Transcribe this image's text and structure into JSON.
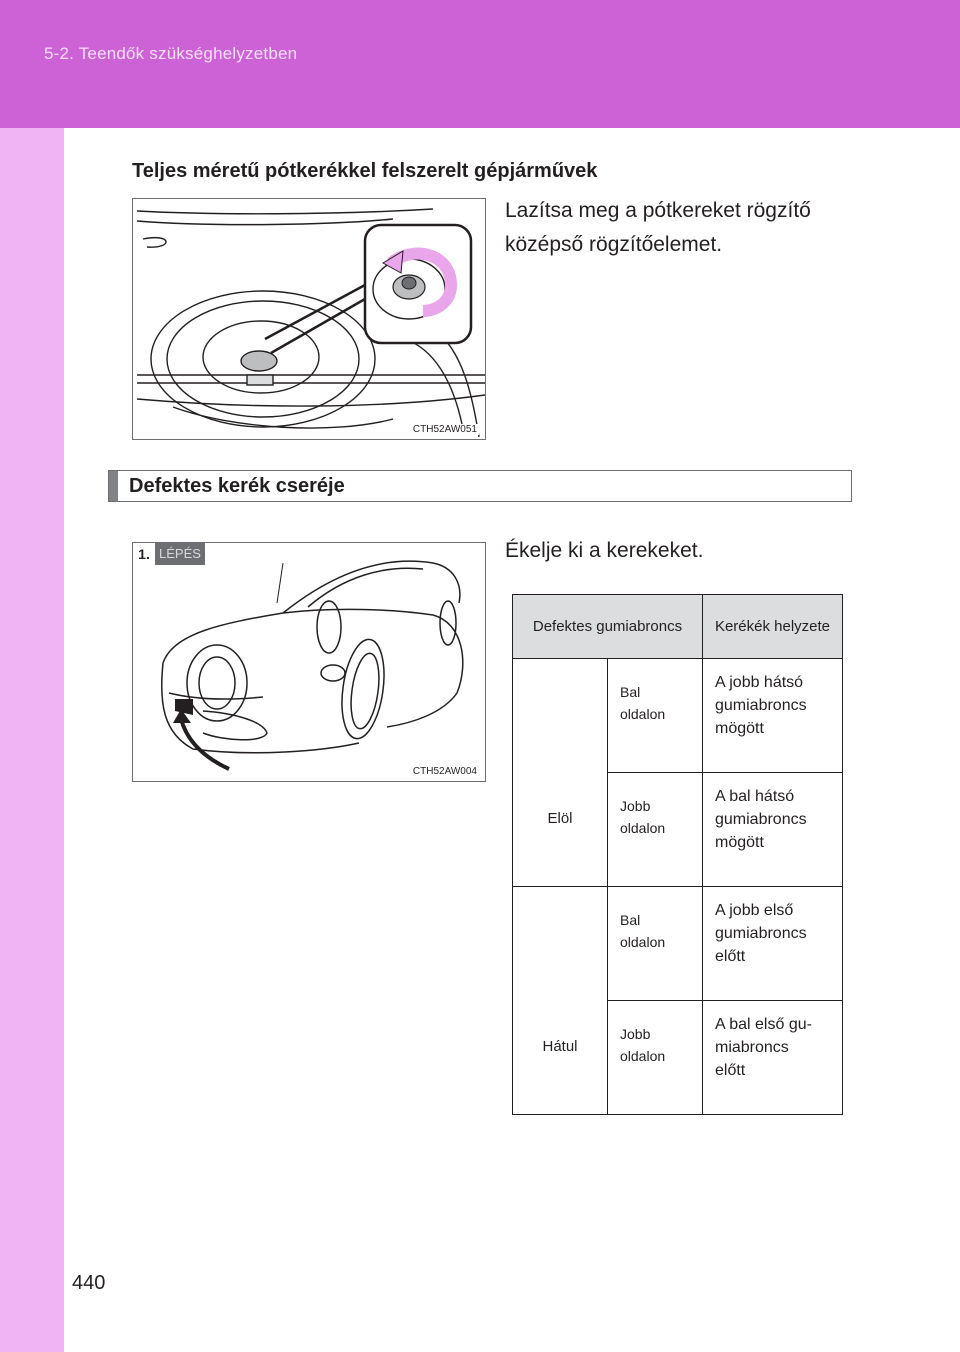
{
  "header": {
    "breadcrumb": "5-2. Teendők szükséghelyzetben",
    "colors": {
      "band": "#cc62d6",
      "strip": "#f0b4f4"
    }
  },
  "subsection": {
    "title": "Teljes méretű pótkerékkel felszerelt gépjárművek"
  },
  "figure_spare": {
    "code": "CTH52AW051",
    "instruction_line1": "Lazítsa meg a pótkereket rögzítő",
    "instruction_line2": "középső rögzítőelemet.",
    "icons": [
      "spare-wheel-icon",
      "magnified-clamp-icon",
      "rotation-arrow-icon"
    ]
  },
  "section": {
    "title": "Defektes kerék cseréje"
  },
  "step1": {
    "number": "1.",
    "word": "LÉPÉS",
    "instruction": "Ékelje ki a kerekeket.",
    "figure_code": "CTH52AW004",
    "icons": [
      "car-icon",
      "wheel-chock-icon",
      "arrow-icon"
    ]
  },
  "table": {
    "headers": [
      "Defektes gumiabroncs",
      "Kerékék helyzete"
    ],
    "groups": [
      {
        "position": "Elöl",
        "rows": [
          {
            "side": [
              "Bal",
              "oldalon"
            ],
            "chock": [
              "A jobb hátsó",
              "gumiabroncs",
              "mögött"
            ]
          },
          {
            "side": [
              "Jobb",
              "oldalon"
            ],
            "chock": [
              "A bal hátsó",
              "gumiabroncs",
              "mögött"
            ]
          }
        ]
      },
      {
        "position": "Hátul",
        "rows": [
          {
            "side": [
              "Bal",
              "oldalon"
            ],
            "chock": [
              "A jobb első",
              "gumiabroncs",
              "előtt"
            ]
          },
          {
            "side": [
              "Jobb",
              "oldalon"
            ],
            "chock": [
              "A bal első gu-",
              "miabroncs",
              "előtt"
            ]
          }
        ]
      }
    ]
  },
  "page_number": "440"
}
